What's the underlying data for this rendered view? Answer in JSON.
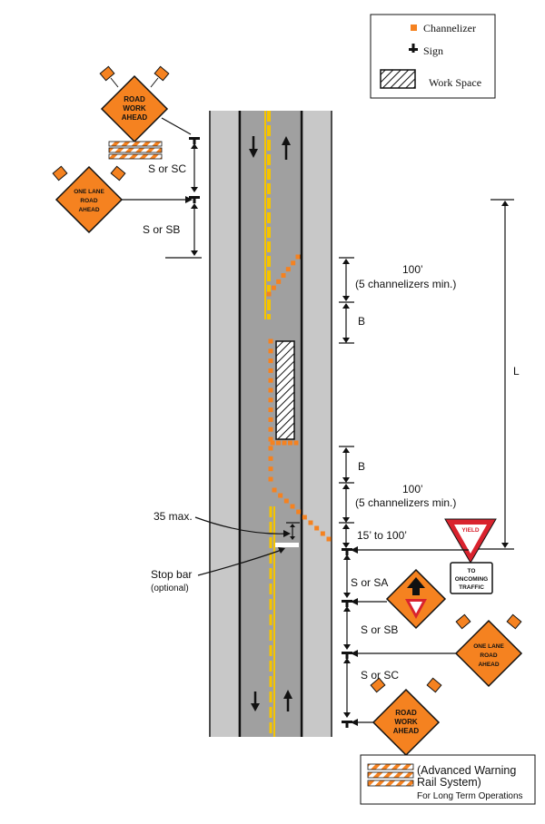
{
  "legend": {
    "channelizer": "Channelizer",
    "sign": "Sign",
    "work_space": "Work Space"
  },
  "signs": {
    "road_work_ahead": [
      "ROAD",
      "WORK",
      "AHEAD"
    ],
    "one_lane_road_ahead": [
      "ONE LANE",
      "ROAD",
      "AHEAD"
    ],
    "yield": "YIELD",
    "to_oncoming_traffic": [
      "TO",
      "ONCOMING",
      "TRAFFIC"
    ]
  },
  "spacing_labels": {
    "s_or_sc": "S or SC",
    "s_or_sb": "S or SB",
    "s_or_sa": "S or SA"
  },
  "dimensions": {
    "taper_length": "100’",
    "taper_note": "(5 channelizers min.)",
    "buffer": "B",
    "total_length": "L",
    "yield_offset": "15’ to 100’",
    "max_distance": "35  max."
  },
  "stop_bar": {
    "label": "Stop bar",
    "note": "(optional)"
  },
  "rail_legend": {
    "line1": "(Advanced Warning",
    "line2": "Rail System)",
    "note": "For Long Term Operations"
  },
  "colors": {
    "road": "#a0a0a0",
    "shoulder": "#c8c8c8",
    "yellow": "#f5c400",
    "orange": "#f58220",
    "yield_red": "#d9232e"
  }
}
